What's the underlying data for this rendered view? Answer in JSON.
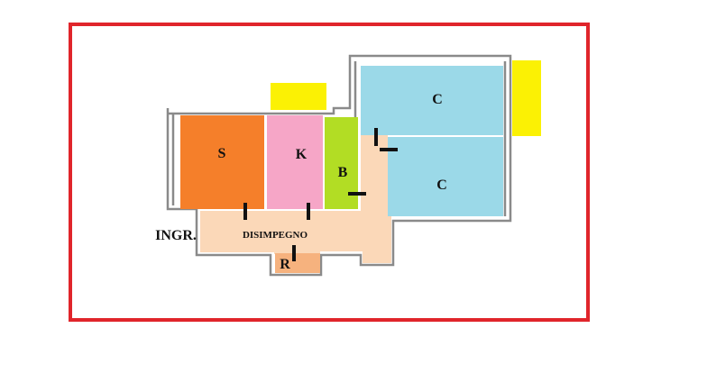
{
  "plan": {
    "labels": {
      "soggiorno": "S",
      "cucina": "K",
      "bagno": "B",
      "camera_1": "C",
      "camera_2": "C",
      "ripostiglio": "R",
      "disimpegno": "DISIMPEGNO",
      "ingresso": "INGR."
    },
    "colors": {
      "frame": "#e0252b",
      "wall": "#8a8a8a",
      "soggiorno": "#f57f2a",
      "cucina": "#f6a6c7",
      "bagno": "#b2dd24",
      "camera": "#9bd9e8",
      "disimpegno": "#fbd8b8",
      "ripostiglio": "#f6b27e",
      "balcone": "#fbf104",
      "door_mark": "#111111"
    }
  }
}
